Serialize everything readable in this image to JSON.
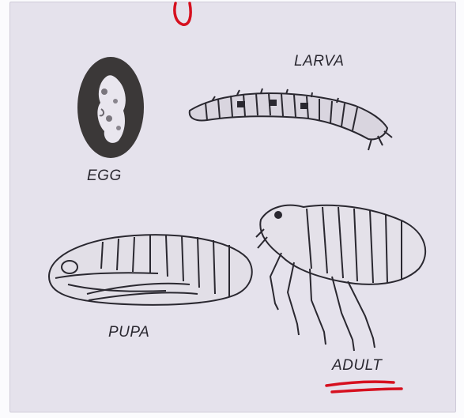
{
  "stages": {
    "egg": "EGG",
    "larva": "LARVA",
    "pupa": "PUPA",
    "adult": "ADULT"
  },
  "colors": {
    "panel": "#e5e2ec",
    "ink": "#2a2830",
    "annotation": "#d6101f"
  }
}
